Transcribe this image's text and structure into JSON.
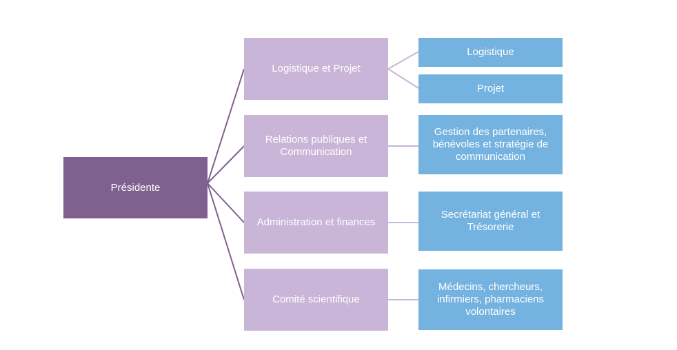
{
  "colors": {
    "root_fill": "#80608e",
    "level1_fill": "#c8b5d8",
    "level2_fill": "#74b2df",
    "root_connector": "#80608e",
    "branch_connector": "#c8b5d8",
    "text": "#ffffff"
  },
  "root": {
    "label": "Présidente"
  },
  "branches": [
    {
      "label": "Logistique et Projet",
      "children": [
        {
          "label": "Logistique"
        },
        {
          "label": "Projet"
        }
      ]
    },
    {
      "label": "Relations publiques et Communication",
      "children": [
        {
          "label": "Gestion des partenaires, bénévoles et stratégie de communication"
        }
      ]
    },
    {
      "label": "Administration et finances",
      "children": [
        {
          "label": "Secrétariat général et Trésorerie"
        }
      ]
    },
    {
      "label": "Comité scientifique",
      "children": [
        {
          "label": "Médecins, chercheurs, infirmiers, pharmaciens volontaires"
        }
      ]
    }
  ]
}
